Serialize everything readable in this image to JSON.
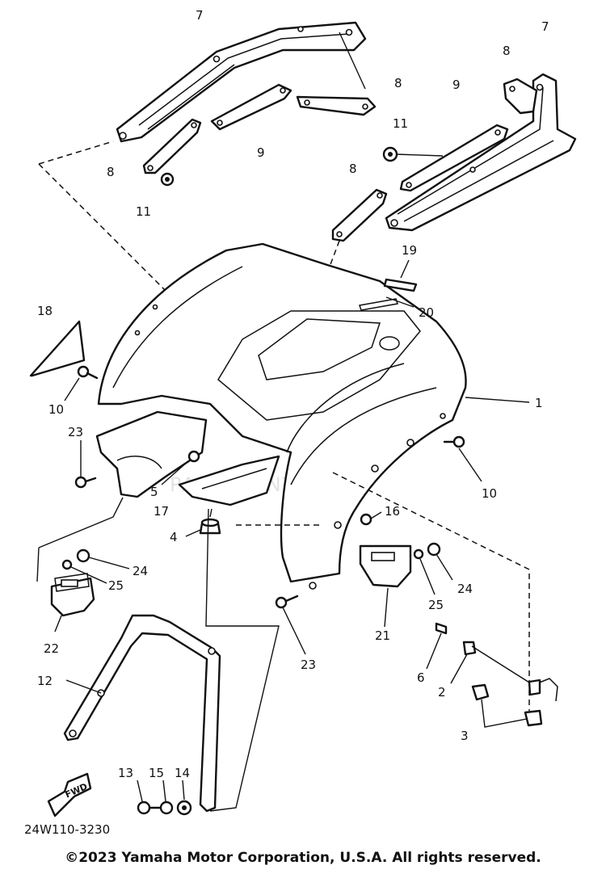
{
  "diagram": {
    "callouts": [
      "7",
      "7",
      "8",
      "8",
      "8",
      "8",
      "9",
      "9",
      "11",
      "11",
      "19",
      "20",
      "18",
      "1",
      "10",
      "10",
      "23",
      "23",
      "5",
      "17",
      "4",
      "16",
      "24",
      "24",
      "25",
      "25",
      "22",
      "21",
      "12",
      "6",
      "2",
      "3",
      "13",
      "15",
      "14"
    ],
    "plate_code": "24W110-3230",
    "fwd_label": "FWD",
    "watermark": "PARTSVENTURE"
  },
  "footer": {
    "copyright": "©2023 Yamaha Motor Corporation, U.S.A. All rights reserved."
  }
}
